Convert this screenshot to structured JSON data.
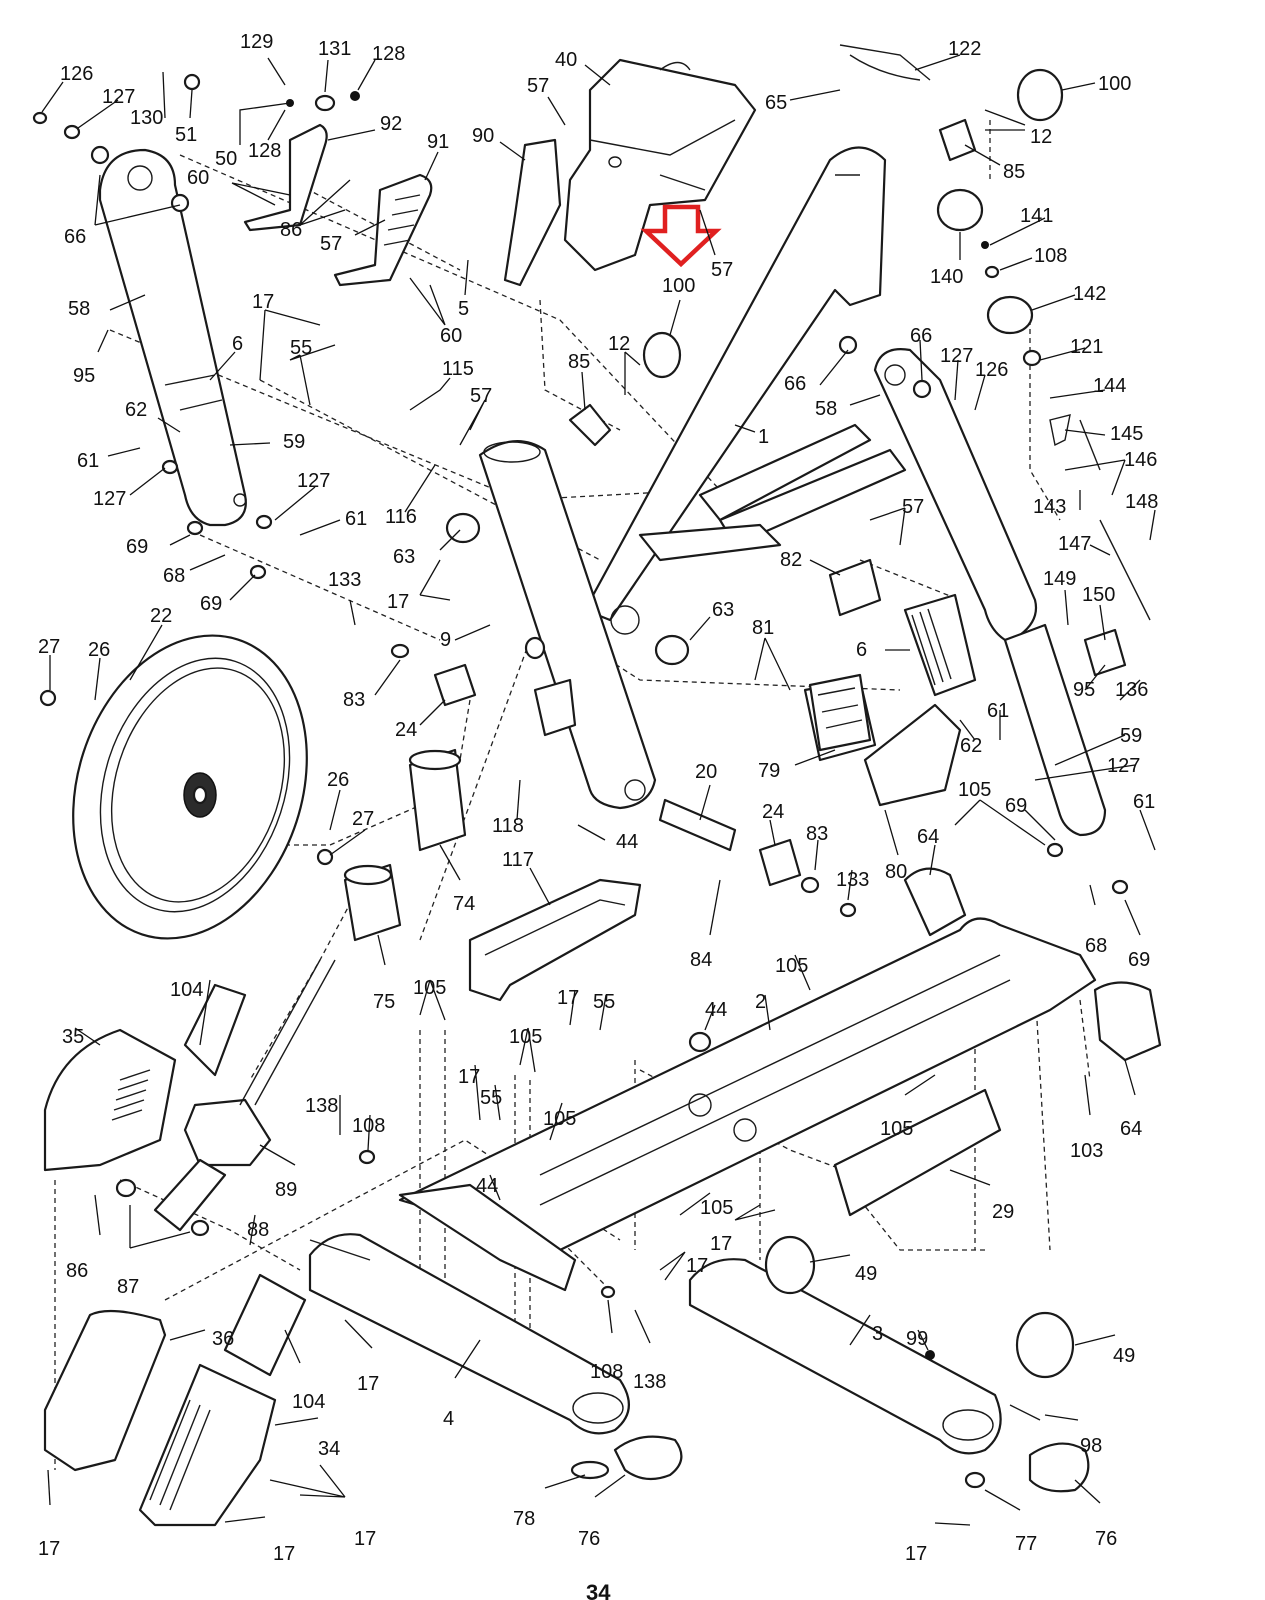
{
  "page_number": "34",
  "callout": {
    "target_part": "100",
    "color": "#e02020"
  },
  "labels": [
    {
      "id": "l126",
      "text": "126"
    },
    {
      "id": "l127a",
      "text": "127"
    },
    {
      "id": "l130",
      "text": "130"
    },
    {
      "id": "l129",
      "text": "129"
    },
    {
      "id": "l131",
      "text": "131"
    },
    {
      "id": "l128a",
      "text": "128"
    },
    {
      "id": "l51",
      "text": "51"
    },
    {
      "id": "l50",
      "text": "50"
    },
    {
      "id": "l128b",
      "text": "128"
    },
    {
      "id": "l92",
      "text": "92"
    },
    {
      "id": "l91",
      "text": "91"
    },
    {
      "id": "l90",
      "text": "90"
    },
    {
      "id": "l40",
      "text": "40"
    },
    {
      "id": "l57a",
      "text": "57"
    },
    {
      "id": "l122",
      "text": "122"
    },
    {
      "id": "l65",
      "text": "65"
    },
    {
      "id": "l100a",
      "text": "100"
    },
    {
      "id": "l12a",
      "text": "12"
    },
    {
      "id": "l85a",
      "text": "85"
    },
    {
      "id": "l60a",
      "text": "60"
    },
    {
      "id": "l66a",
      "text": "66"
    },
    {
      "id": "l86a",
      "text": "86"
    },
    {
      "id": "l57b",
      "text": "57"
    },
    {
      "id": "l57c",
      "text": "57"
    },
    {
      "id": "l100b",
      "text": "100"
    },
    {
      "id": "l141",
      "text": "141"
    },
    {
      "id": "l108a",
      "text": "108"
    },
    {
      "id": "l140",
      "text": "140"
    },
    {
      "id": "l142",
      "text": "142"
    },
    {
      "id": "l58a",
      "text": "58"
    },
    {
      "id": "l5",
      "text": "5"
    },
    {
      "id": "l60b",
      "text": "60"
    },
    {
      "id": "l17a",
      "text": "17"
    },
    {
      "id": "l95a",
      "text": "95"
    },
    {
      "id": "l6a",
      "text": "6"
    },
    {
      "id": "l55a",
      "text": "55"
    },
    {
      "id": "l115",
      "text": "115"
    },
    {
      "id": "l12b",
      "text": "12"
    },
    {
      "id": "l85b",
      "text": "85"
    },
    {
      "id": "l66b",
      "text": "66"
    },
    {
      "id": "l127b",
      "text": "127"
    },
    {
      "id": "l126b",
      "text": "126"
    },
    {
      "id": "l121",
      "text": "121"
    },
    {
      "id": "l66c",
      "text": "66"
    },
    {
      "id": "l58b",
      "text": "58"
    },
    {
      "id": "l144",
      "text": "144"
    },
    {
      "id": "l62a",
      "text": "62"
    },
    {
      "id": "l57d",
      "text": "57"
    },
    {
      "id": "l145",
      "text": "145"
    },
    {
      "id": "l1",
      "text": "1"
    },
    {
      "id": "l146",
      "text": "146"
    },
    {
      "id": "l59a",
      "text": "59"
    },
    {
      "id": "l61a",
      "text": "61"
    },
    {
      "id": "l127c",
      "text": "127"
    },
    {
      "id": "l127d",
      "text": "127"
    },
    {
      "id": "l143",
      "text": "143"
    },
    {
      "id": "l148",
      "text": "148"
    },
    {
      "id": "l116",
      "text": "116"
    },
    {
      "id": "l61b",
      "text": "61"
    },
    {
      "id": "l57e",
      "text": "57"
    },
    {
      "id": "l147",
      "text": "147"
    },
    {
      "id": "l69a",
      "text": "69"
    },
    {
      "id": "l63a",
      "text": "63"
    },
    {
      "id": "l82",
      "text": "82"
    },
    {
      "id": "l68a",
      "text": "68"
    },
    {
      "id": "l17b",
      "text": "17"
    },
    {
      "id": "l133a",
      "text": "133"
    },
    {
      "id": "l149",
      "text": "149"
    },
    {
      "id": "l150",
      "text": "150"
    },
    {
      "id": "l69b",
      "text": "69"
    },
    {
      "id": "l22",
      "text": "22"
    },
    {
      "id": "l27a",
      "text": "27"
    },
    {
      "id": "l26a",
      "text": "26"
    },
    {
      "id": "l9",
      "text": "9"
    },
    {
      "id": "l63b",
      "text": "63"
    },
    {
      "id": "l81",
      "text": "81"
    },
    {
      "id": "l6b",
      "text": "6"
    },
    {
      "id": "l95b",
      "text": "95"
    },
    {
      "id": "l83a",
      "text": "83"
    },
    {
      "id": "l136",
      "text": "136"
    },
    {
      "id": "l24a",
      "text": "24"
    },
    {
      "id": "l61c",
      "text": "61"
    },
    {
      "id": "l62b",
      "text": "62"
    },
    {
      "id": "l59b",
      "text": "59"
    },
    {
      "id": "l79",
      "text": "79"
    },
    {
      "id": "l20",
      "text": "20"
    },
    {
      "id": "l127e",
      "text": "127"
    },
    {
      "id": "l26b",
      "text": "26"
    },
    {
      "id": "l105a",
      "text": "105"
    },
    {
      "id": "l27b",
      "text": "27"
    },
    {
      "id": "l118",
      "text": "118"
    },
    {
      "id": "l24b",
      "text": "24"
    },
    {
      "id": "l69c",
      "text": "69"
    },
    {
      "id": "l61d",
      "text": "61"
    },
    {
      "id": "l44a",
      "text": "44"
    },
    {
      "id": "l83b",
      "text": "83"
    },
    {
      "id": "l64a",
      "text": "64"
    },
    {
      "id": "l80",
      "text": "80"
    },
    {
      "id": "l117",
      "text": "117"
    },
    {
      "id": "l133b",
      "text": "133"
    },
    {
      "id": "l74",
      "text": "74"
    },
    {
      "id": "l84",
      "text": "84"
    },
    {
      "id": "l68b",
      "text": "68"
    },
    {
      "id": "l69d",
      "text": "69"
    },
    {
      "id": "l105b",
      "text": "105"
    },
    {
      "id": "l104a",
      "text": "104"
    },
    {
      "id": "l75",
      "text": "75"
    },
    {
      "id": "l105c",
      "text": "105"
    },
    {
      "id": "l17c",
      "text": "17"
    },
    {
      "id": "l55b",
      "text": "55"
    },
    {
      "id": "l44b",
      "text": "44"
    },
    {
      "id": "l2",
      "text": "2"
    },
    {
      "id": "l35",
      "text": "35"
    },
    {
      "id": "l105d",
      "text": "105"
    },
    {
      "id": "l17d",
      "text": "17"
    },
    {
      "id": "l55c",
      "text": "55"
    },
    {
      "id": "l138a",
      "text": "138"
    },
    {
      "id": "l108b",
      "text": "108"
    },
    {
      "id": "l105e",
      "text": "105"
    },
    {
      "id": "l105f",
      "text": "105"
    },
    {
      "id": "l103",
      "text": "103"
    },
    {
      "id": "l64b",
      "text": "64"
    },
    {
      "id": "l89",
      "text": "89"
    },
    {
      "id": "l44c",
      "text": "44"
    },
    {
      "id": "l29",
      "text": "29"
    },
    {
      "id": "l105g",
      "text": "105"
    },
    {
      "id": "l17e",
      "text": "17"
    },
    {
      "id": "l86b",
      "text": "86"
    },
    {
      "id": "l88",
      "text": "88"
    },
    {
      "id": "l87",
      "text": "87"
    },
    {
      "id": "l17f",
      "text": "17"
    },
    {
      "id": "l49a",
      "text": "49"
    },
    {
      "id": "l36",
      "text": "36"
    },
    {
      "id": "l3",
      "text": "3"
    },
    {
      "id": "l99",
      "text": "99"
    },
    {
      "id": "l49b",
      "text": "49"
    },
    {
      "id": "l17g",
      "text": "17"
    },
    {
      "id": "l108c",
      "text": "108"
    },
    {
      "id": "l138b",
      "text": "138"
    },
    {
      "id": "l104b",
      "text": "104"
    },
    {
      "id": "l4",
      "text": "4"
    },
    {
      "id": "l34",
      "text": "34"
    },
    {
      "id": "l98",
      "text": "98"
    },
    {
      "id": "l78",
      "text": "78"
    },
    {
      "id": "l76a",
      "text": "76"
    },
    {
      "id": "l77",
      "text": "77"
    },
    {
      "id": "l76b",
      "text": "76"
    },
    {
      "id": "l17h",
      "text": "17"
    },
    {
      "id": "l17i",
      "text": "17"
    },
    {
      "id": "l17j",
      "text": "17"
    },
    {
      "id": "l17k",
      "text": "17"
    }
  ]
}
